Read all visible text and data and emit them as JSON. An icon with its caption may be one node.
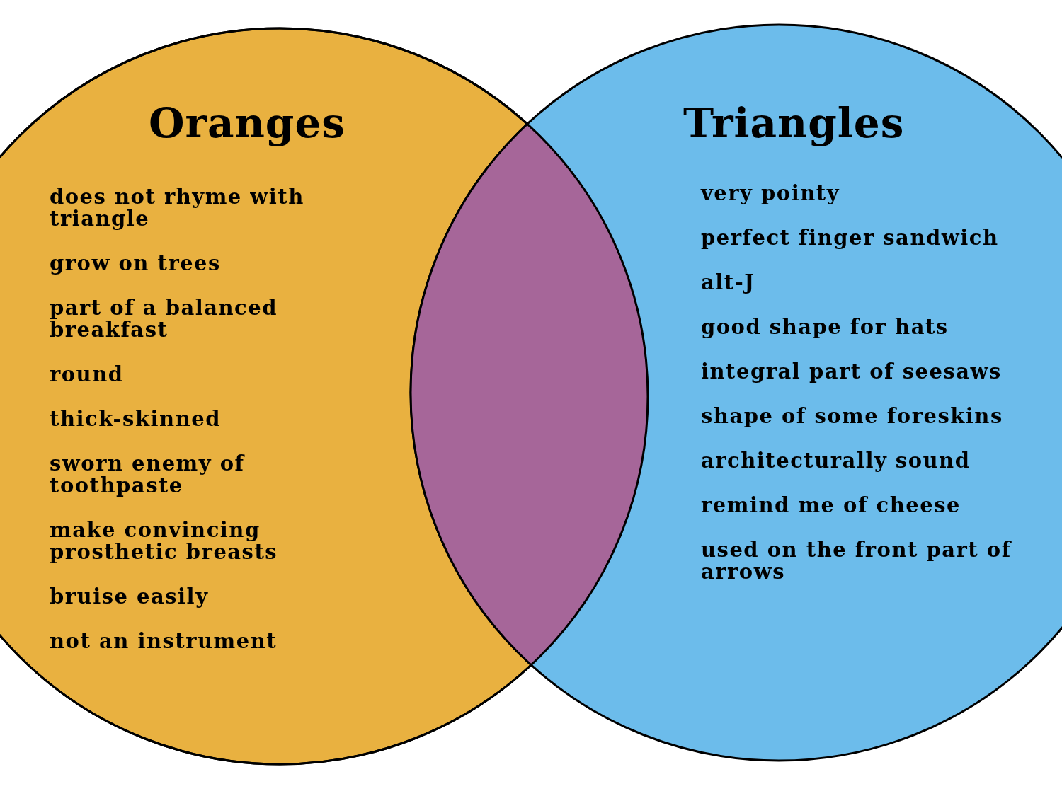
{
  "diagram": {
    "nodes": [
      {
        "text": [
          "Oranges",
          "does not rhyme with triangle",
          "grow on trees",
          "part of a balanced breakfast",
          "round",
          "thick-skinned",
          "sworn enemy of toothpaste",
          "make convincing prosthetic breasts",
          "bruise easily",
          "not an instrument"
        ]
      },
      {
        "text": [
          "Triangles",
          "very pointy",
          "perfect finger sandwich",
          "alt-J",
          "good shape for hats",
          "integral part of seesaws",
          "shape of some foreskins",
          "architecturally sound",
          "remind me of cheese",
          "used on the front part of arrows"
        ]
      }
    ]
  }
}
